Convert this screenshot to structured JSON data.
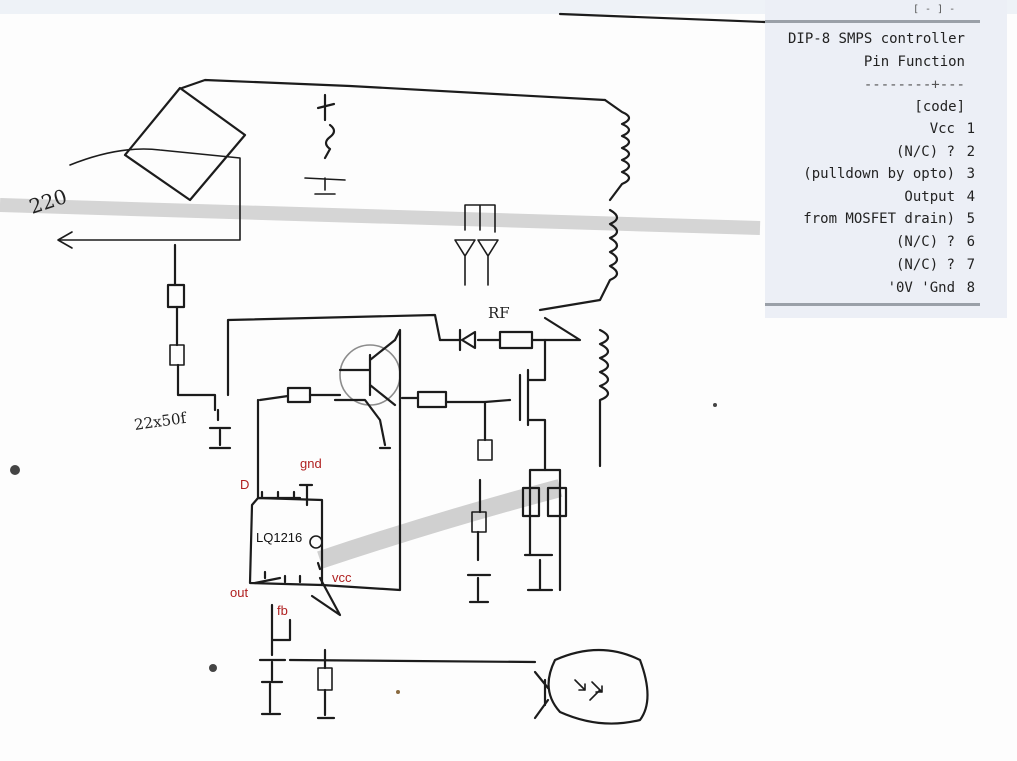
{
  "schematic": {
    "handwritten": {
      "mains_voltage": "220",
      "capacitor_value": "22x50f",
      "resistor_label": "RF"
    },
    "annotations": {
      "pin_d": "D",
      "pin_gnd": "gnd",
      "ic_name": "LQ1216",
      "pin_out": "out",
      "pin_vcc": "vcc",
      "pin_fb": "fb"
    }
  },
  "pin_table": {
    "title": "DIP-8 SMPS controller",
    "header": "Pin Function",
    "separator": "--------+---",
    "code_tag": "[code]",
    "rows": [
      {
        "function": "Vcc",
        "pin": "1"
      },
      {
        "function": "(N/C) ?",
        "pin": "2"
      },
      {
        "function": "(pulldown by opto)",
        "pin": "3"
      },
      {
        "function": "Output",
        "pin": "4"
      },
      {
        "function": "from MOSFET drain)",
        "pin": "5"
      },
      {
        "function": "(N/C) ?",
        "pin": "6"
      },
      {
        "function": "(N/C) ?",
        "pin": "7"
      },
      {
        "function": "'0V 'Gnd",
        "pin": "8"
      }
    ]
  }
}
